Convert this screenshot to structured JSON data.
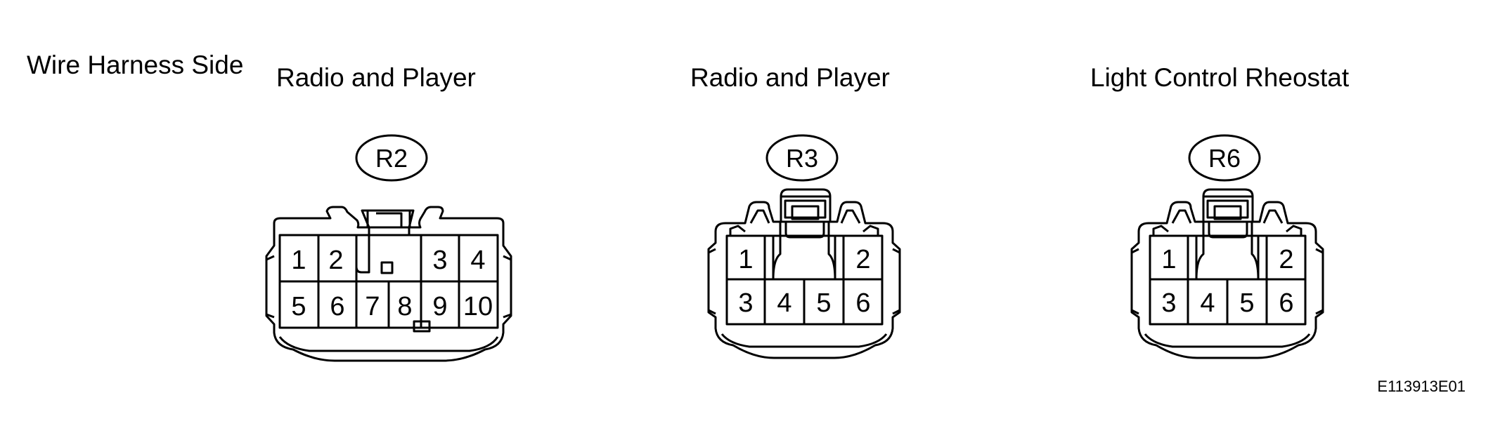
{
  "side_label": "Wire Harness Side",
  "figure_id": "E113913E01",
  "connectors": [
    {
      "code": "R2",
      "title": "Radio and Player",
      "pins": [
        "1",
        "2",
        "3",
        "4",
        "5",
        "6",
        "7",
        "8",
        "9",
        "10"
      ]
    },
    {
      "code": "R3",
      "title": "Radio and Player",
      "pins": [
        "1",
        "2",
        "3",
        "4",
        "5",
        "6"
      ]
    },
    {
      "code": "R6",
      "title": "Light Control Rheostat",
      "pins": [
        "1",
        "2",
        "3",
        "4",
        "5",
        "6"
      ]
    }
  ]
}
